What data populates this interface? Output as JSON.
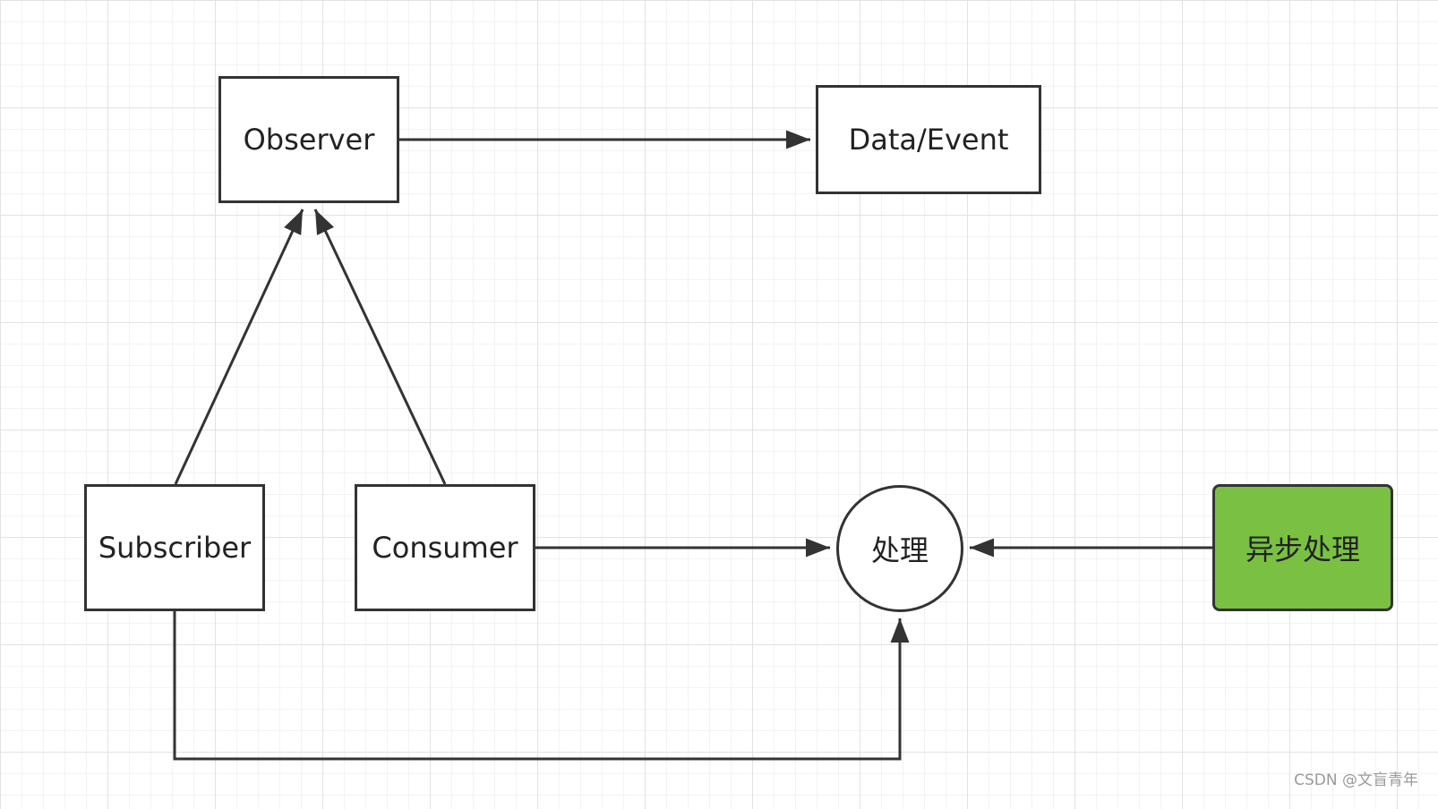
{
  "diagram": {
    "nodes": {
      "observer": {
        "label": "Observer"
      },
      "data_event": {
        "label": "Data/Event"
      },
      "subscriber": {
        "label": "Subscriber"
      },
      "consumer": {
        "label": "Consumer"
      },
      "process": {
        "label": "处理"
      },
      "async_process": {
        "label": "异步处理"
      }
    },
    "edges": [
      {
        "from": "observer",
        "to": "data_event"
      },
      {
        "from": "subscriber",
        "to": "observer"
      },
      {
        "from": "consumer",
        "to": "observer"
      },
      {
        "from": "consumer",
        "to": "process"
      },
      {
        "from": "async_process",
        "to": "process"
      },
      {
        "from": "subscriber",
        "to": "process"
      }
    ],
    "colors": {
      "stroke": "#333333",
      "async_fill": "#7ac143",
      "grid": "#e2e2e2"
    }
  },
  "watermark": "CSDN @文盲青年"
}
